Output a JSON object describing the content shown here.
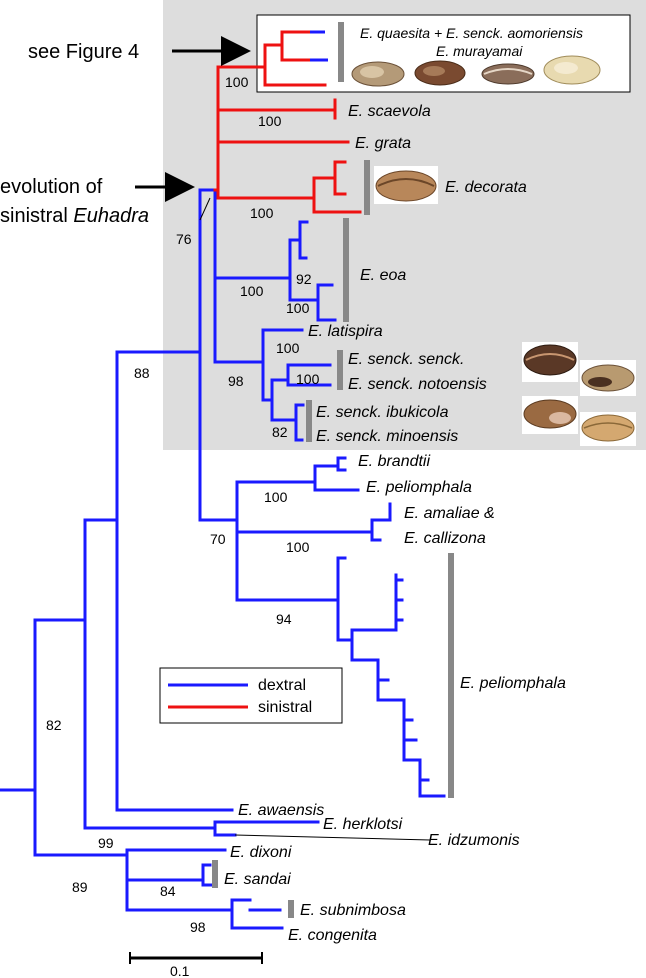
{
  "colors": {
    "dextral": "#1a1aff",
    "sinistral": "#ee1111",
    "clade_bar": "#888888",
    "highlight_bg": "#dddddd"
  },
  "annotations": {
    "see_figure": "see Figure 4",
    "evolution_line1": "evolution of",
    "evolution_line2_prefix": "sinistral ",
    "evolution_line2_italic": "Euhadra"
  },
  "legend": {
    "dextral": "dextral",
    "sinistral": "sinistral"
  },
  "scale_bar": {
    "label": "0.1"
  },
  "taxa": {
    "quaesita": "E. quaesita + E. senck. aomoriensis",
    "murayamai": "E. murayamai",
    "scaevola": "E. scaevola",
    "grata": "E. grata",
    "decorata": "E. decorata",
    "eoa": "E. eoa",
    "latispira": "E. latispira",
    "senck_senck": "E. senck. senck.",
    "senck_noto": "E. senck. notoensis",
    "senck_ibuki": "E. senck. ibukicola",
    "senck_mino": "E. senck. minoensis",
    "brandtii": "E. brandtii",
    "peliomphala_1": "E. peliomphala",
    "amaliae_line1": "E. amaliae &",
    "amaliae_line2": "E. callizona",
    "peliomphala_2": "E. peliomphala",
    "awaensis": "E. awaensis",
    "herklotsi": "E. herklotsi",
    "idzumonis": "E. idzumonis",
    "dixoni": "E. dixoni",
    "sandai": "E. sandai",
    "subnimbosa": "E. subnimbosa",
    "congenita": "E. congenita"
  },
  "bootstrap": {
    "b100_top": "100",
    "b100_scaevola": "100",
    "b100_decorata": "100",
    "b76": "76",
    "b92": "92",
    "b100_eoa": "100",
    "b100_eoa2": "100",
    "b100_lat": "100",
    "b98": "98",
    "b100_senck": "100",
    "b82_senck": "82",
    "b88": "88",
    "b100_brandtii": "100",
    "b70": "70",
    "b100_amaliae": "100",
    "b94": "94",
    "b82": "82",
    "b99": "99",
    "b89": "89",
    "b84": "84",
    "b98_sub": "98"
  }
}
